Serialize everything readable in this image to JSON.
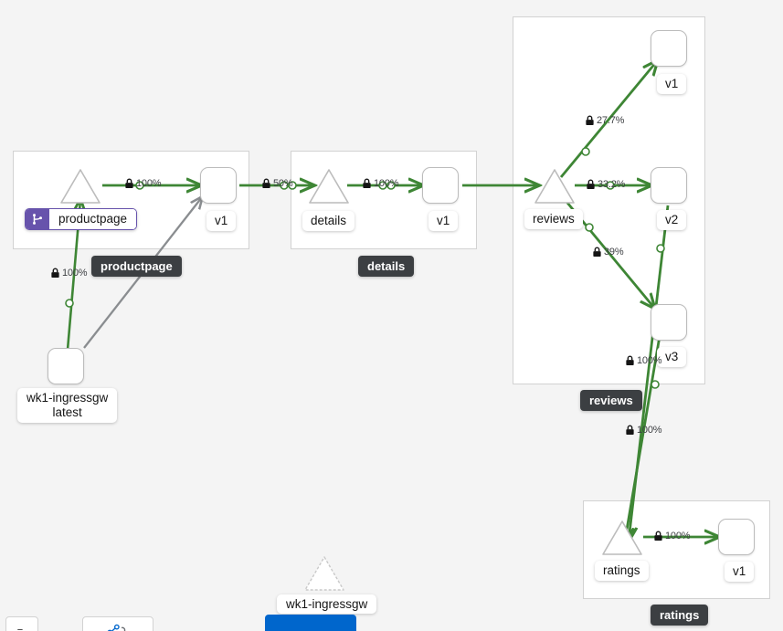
{
  "canvas": {
    "background": "#f4f4f4",
    "edge_color_ok": "#3e8635",
    "edge_color_idle": "#8a8d90",
    "group_border": "#d2d2d2",
    "badge_color": "#6753ac",
    "tooltip_bg": "#3c3f42"
  },
  "groups": [
    {
      "id": "productpage",
      "tooltip": "productpage"
    },
    {
      "id": "details",
      "tooltip": "details"
    },
    {
      "id": "reviews",
      "tooltip": "reviews"
    },
    {
      "id": "ratings",
      "tooltip": "ratings"
    }
  ],
  "nodes": {
    "productpage_service": {
      "label": "productpage",
      "shape": "triangle",
      "badge": "virtual-service"
    },
    "productpage_v1": {
      "label": "v1",
      "shape": "box"
    },
    "details_service": {
      "label": "details",
      "shape": "triangle"
    },
    "details_v1": {
      "label": "v1",
      "shape": "box"
    },
    "reviews_service": {
      "label": "reviews",
      "shape": "triangle"
    },
    "reviews_v1": {
      "label": "v1",
      "shape": "box"
    },
    "reviews_v2": {
      "label": "v2",
      "shape": "box"
    },
    "reviews_v3": {
      "label": "v3",
      "shape": "box"
    },
    "ratings_service": {
      "label": "ratings",
      "shape": "triangle"
    },
    "ratings_v1": {
      "label": "v1",
      "shape": "box"
    },
    "ingressgw": {
      "label_line1": "wk1-ingressgw",
      "label_line2": "latest",
      "shape": "box"
    },
    "ghost": {
      "label": "wk1-ingressgw",
      "shape": "triangle-dashed"
    }
  },
  "edges": [
    {
      "id": "ingress-to-productpage",
      "pct": "100%",
      "mtls": true,
      "color": "#3e8635"
    },
    {
      "id": "productpage-svc-to-v1",
      "pct": "100%",
      "mtls": true,
      "color": "#3e8635"
    },
    {
      "id": "ingress-to-productpage-v1",
      "pct": "",
      "mtls": false,
      "color": "#8a8d90"
    },
    {
      "id": "productpage-v1-to-details",
      "pct": "50%",
      "mtls": true,
      "color": "#3e8635"
    },
    {
      "id": "details-svc-to-v1",
      "pct": "100%",
      "mtls": true,
      "color": "#3e8635"
    },
    {
      "id": "details-v1-to-reviews",
      "pct": "",
      "mtls": false,
      "color": "#3e8635"
    },
    {
      "id": "reviews-svc-to-v1",
      "pct": "27.7%",
      "mtls": true,
      "color": "#3e8635"
    },
    {
      "id": "reviews-svc-to-v2",
      "pct": "33.2%",
      "mtls": true,
      "color": "#3e8635"
    },
    {
      "id": "reviews-svc-to-v3",
      "pct": "39%",
      "mtls": true,
      "color": "#3e8635"
    },
    {
      "id": "reviews-v3-to-ratings",
      "pct": "100%",
      "mtls": true,
      "color": "#3e8635"
    },
    {
      "id": "reviews-v2-to-ratings",
      "pct": "100%",
      "mtls": true,
      "color": "#3e8635"
    },
    {
      "id": "ratings-svc-to-v1",
      "pct": "100%",
      "mtls": true,
      "color": "#3e8635"
    }
  ],
  "toolbar": {
    "zoom_out_label": "",
    "fit_label": "",
    "primary_label": ""
  }
}
